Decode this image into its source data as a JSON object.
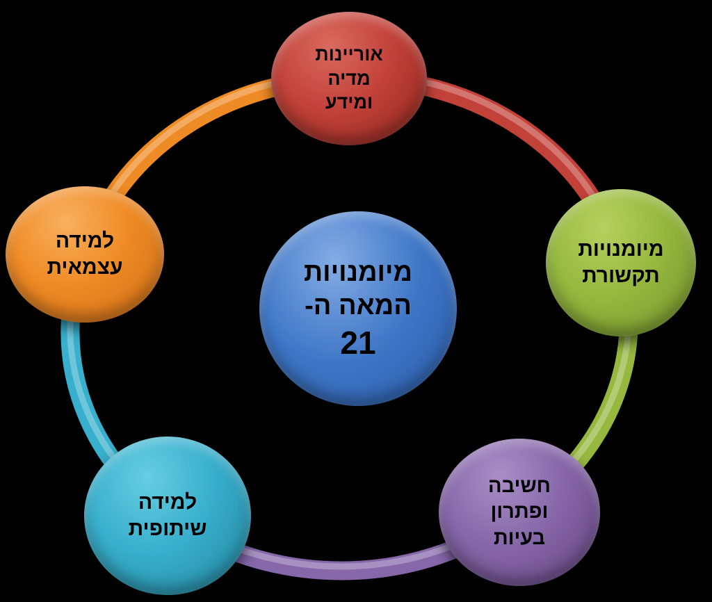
{
  "diagram": {
    "title_semantic": "21st century skills cycle diagram",
    "background_color": "#000000",
    "text_color": "#000000",
    "center": {
      "id": "center-21st-century-skills",
      "lines": [
        "מיומנויות",
        "המאה ה-",
        "21"
      ],
      "color": "#3E76C6"
    },
    "nodes": [
      {
        "id": "media-information-literacy",
        "label": "אוריינות\nמדיה\nומידע",
        "color": "#C2423A",
        "position": "top"
      },
      {
        "id": "communication-skills",
        "label": "מיומנויות\nתקשורת",
        "color": "#96B83F",
        "position": "right"
      },
      {
        "id": "thinking-problem-solving",
        "label": "חשיבה\nופתרון\nבעיות",
        "color": "#8667A9",
        "position": "bottom-right"
      },
      {
        "id": "collaborative-learning",
        "label": "למידה\nשיתופית",
        "color": "#38AFCC",
        "position": "bottom-left"
      },
      {
        "id": "independent-learning",
        "label": "למידה\nעצמאית",
        "color": "#EF8B25",
        "position": "left"
      }
    ],
    "arcs": [
      {
        "from": "independent-learning",
        "to": "media-information-literacy",
        "color": "#EF8B25"
      },
      {
        "from": "media-information-literacy",
        "to": "communication-skills",
        "color": "#C2423A"
      },
      {
        "from": "communication-skills",
        "to": "thinking-problem-solving",
        "color": "#96B83F"
      },
      {
        "from": "thinking-problem-solving",
        "to": "collaborative-learning",
        "color": "#8667A9"
      },
      {
        "from": "collaborative-learning",
        "to": "independent-learning",
        "color": "#38AFCC"
      }
    ]
  }
}
